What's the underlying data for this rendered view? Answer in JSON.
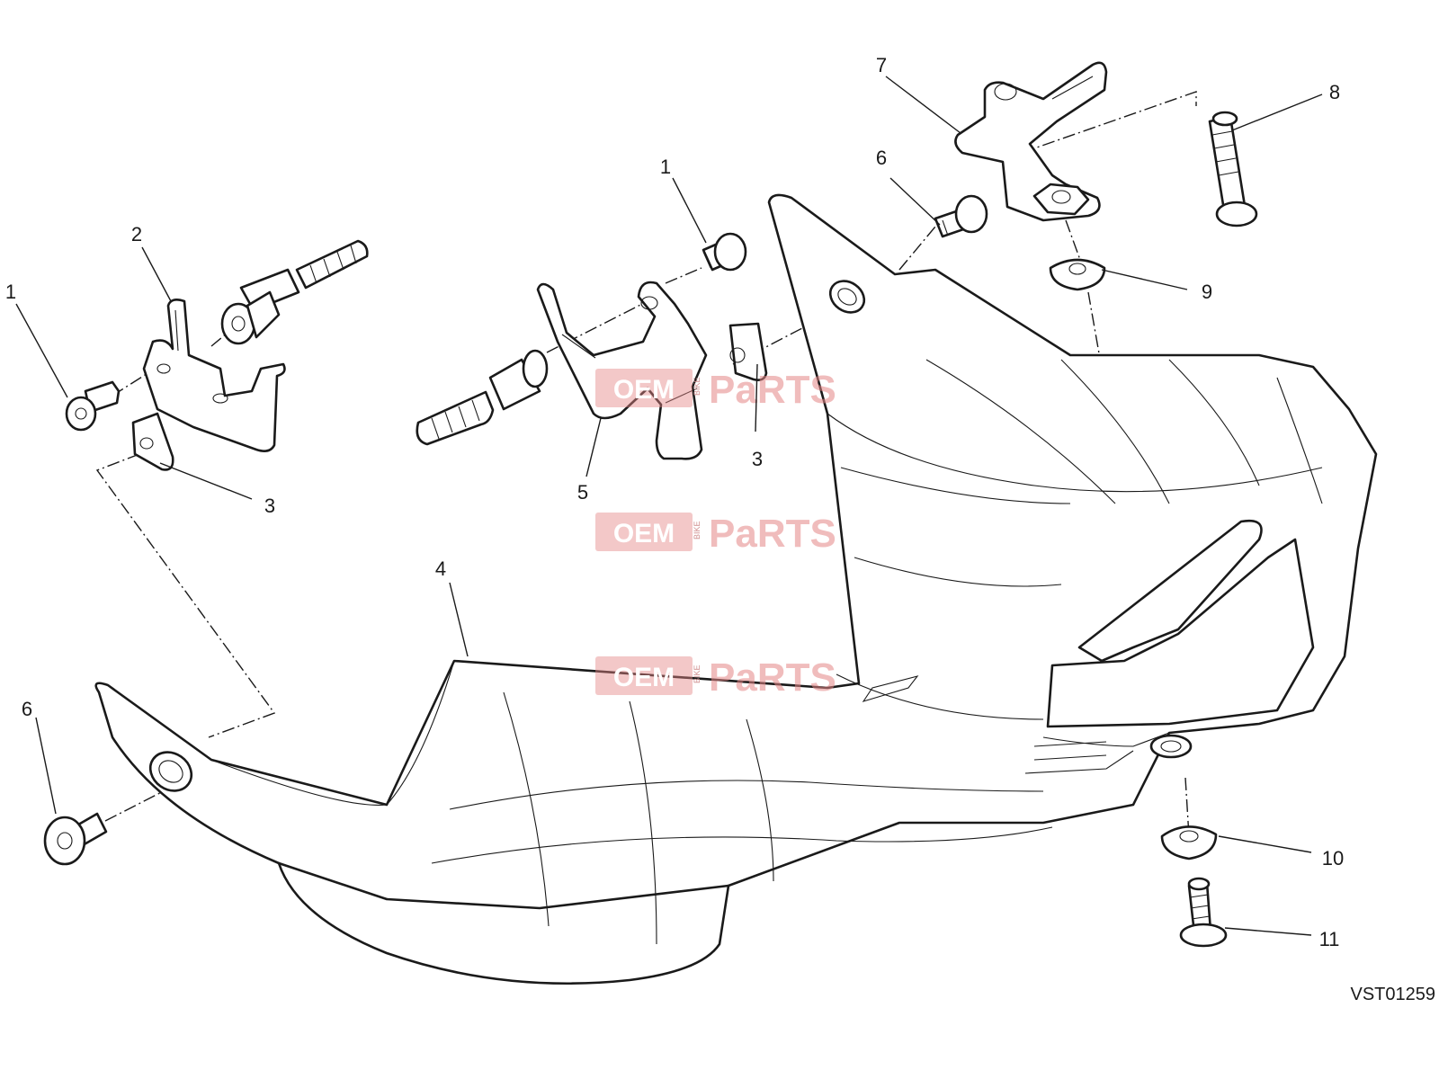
{
  "callouts": [
    {
      "id": "c1a",
      "text": "1"
    },
    {
      "id": "c2",
      "text": "2"
    },
    {
      "id": "c3a",
      "text": "3"
    },
    {
      "id": "c6a",
      "text": "6"
    },
    {
      "id": "c4",
      "text": "4"
    },
    {
      "id": "c1b",
      "text": "1"
    },
    {
      "id": "c5",
      "text": "5"
    },
    {
      "id": "c3b",
      "text": "3"
    },
    {
      "id": "c6b",
      "text": "6"
    },
    {
      "id": "c7",
      "text": "7"
    },
    {
      "id": "c8",
      "text": "8"
    },
    {
      "id": "c9",
      "text": "9"
    },
    {
      "id": "c10",
      "text": "10"
    },
    {
      "id": "c11",
      "text": "11"
    }
  ],
  "drawing_code": "VST01259",
  "watermark": {
    "box": "OEM",
    "small": "BIKE",
    "word": "PaRTS"
  }
}
